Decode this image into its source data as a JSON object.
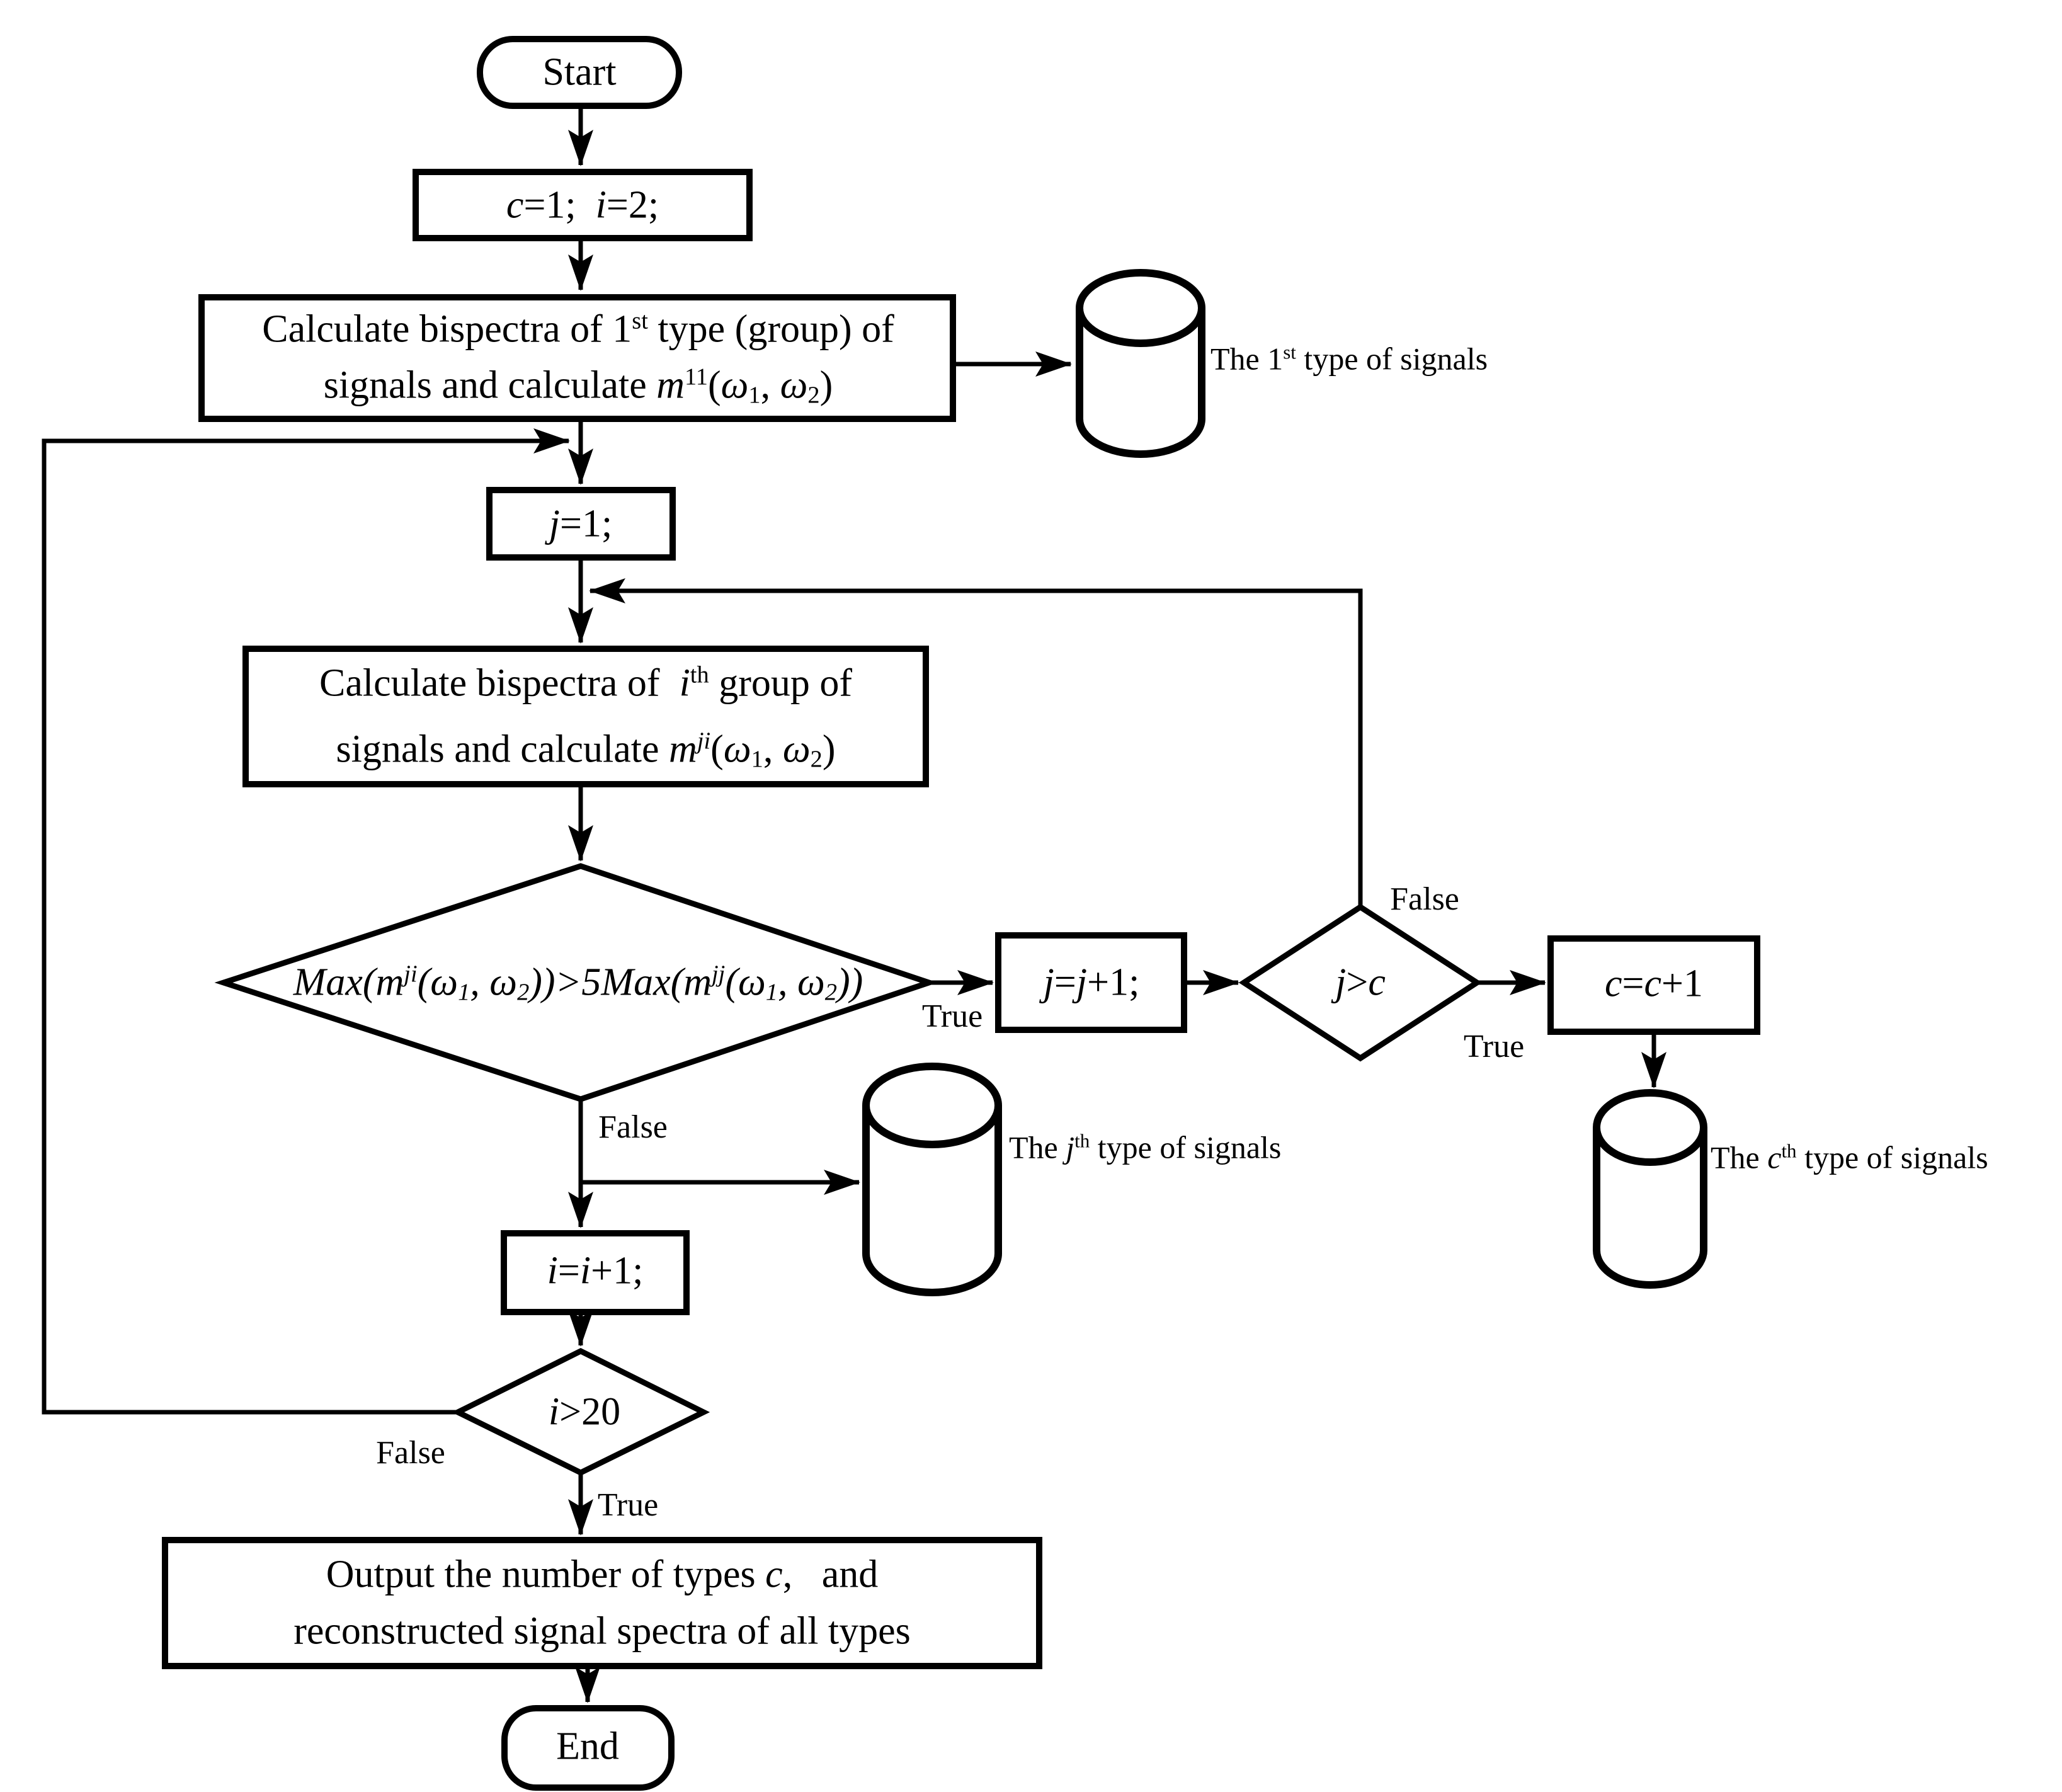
{
  "colors": {
    "stroke": "#000000",
    "background": "#ffffff"
  },
  "nodes": {
    "start": {
      "label": "Start"
    },
    "init": {
      "rich": [
        {
          "t": "c",
          "s": "i"
        },
        {
          "t": "=1;  "
        },
        {
          "t": "i",
          "s": "i"
        },
        {
          "t": "=2;"
        }
      ]
    },
    "calc_first": {
      "line1": [
        {
          "t": "Calculate bispectra of 1"
        },
        {
          "t": "st",
          "s": "sup"
        },
        {
          "t": " type (group) of"
        }
      ],
      "line2": [
        {
          "t": "signals and calculate "
        },
        {
          "t": "m",
          "s": "i"
        },
        {
          "t": "11",
          "s": "sup"
        },
        {
          "t": "("
        },
        {
          "t": "ω",
          "s": "i"
        },
        {
          "t": "1",
          "s": "sub"
        },
        {
          "t": ", "
        },
        {
          "t": "ω",
          "s": "i"
        },
        {
          "t": "2",
          "s": "sub"
        },
        {
          "t": ")"
        }
      ]
    },
    "db_first": {
      "rich": [
        {
          "t": "The 1"
        },
        {
          "t": "st",
          "s": "sup"
        },
        {
          "t": " type of signals"
        }
      ]
    },
    "set_j": {
      "rich": [
        {
          "t": "j",
          "s": "i"
        },
        {
          "t": "=1;"
        }
      ]
    },
    "calc_ith": {
      "line1": [
        {
          "t": "Calculate bispectra of  "
        },
        {
          "t": "i",
          "s": "i"
        },
        {
          "t": "th",
          "s": "sup"
        },
        {
          "t": " group of"
        }
      ],
      "line2": [
        {
          "t": "signals and calculate "
        },
        {
          "t": "m",
          "s": "i"
        },
        {
          "t": "ji",
          "s": "i sup"
        },
        {
          "t": "("
        },
        {
          "t": "ω",
          "s": "i"
        },
        {
          "t": "1",
          "s": "sub"
        },
        {
          "t": ", "
        },
        {
          "t": "ω",
          "s": "i"
        },
        {
          "t": "2",
          "s": "sub"
        },
        {
          "t": ")"
        }
      ]
    },
    "decision_max": {
      "formula": [
        {
          "t": "Max(m"
        },
        {
          "t": "ji",
          "s": "sup"
        },
        {
          "t": "(ω"
        },
        {
          "t": "1",
          "s": "sub"
        },
        {
          "t": ", ω"
        },
        {
          "t": "2",
          "s": "sub"
        },
        {
          "t": "))>5Max(m"
        },
        {
          "t": "jj",
          "s": "sup"
        },
        {
          "t": "(ω"
        },
        {
          "t": "1",
          "s": "sub"
        },
        {
          "t": ", ω"
        },
        {
          "t": "2",
          "s": "sub"
        },
        {
          "t": "))"
        }
      ]
    },
    "inc_j": {
      "rich": [
        {
          "t": "j",
          "s": "i"
        },
        {
          "t": "="
        },
        {
          "t": "j",
          "s": "i"
        },
        {
          "t": "+1;"
        }
      ]
    },
    "decision_jc": {
      "rich": [
        {
          "t": "j",
          "s": "i"
        },
        {
          "t": ">"
        },
        {
          "t": "c",
          "s": "i"
        }
      ]
    },
    "inc_c": {
      "rich": [
        {
          "t": "c",
          "s": "i"
        },
        {
          "t": "="
        },
        {
          "t": "c",
          "s": "i"
        },
        {
          "t": "+1"
        }
      ]
    },
    "db_c": {
      "rich": [
        {
          "t": "The "
        },
        {
          "t": "c",
          "s": "i"
        },
        {
          "t": "th",
          "s": "sup"
        },
        {
          "t": " type of signals"
        }
      ]
    },
    "db_j": {
      "rich": [
        {
          "t": "The "
        },
        {
          "t": "j",
          "s": "i"
        },
        {
          "t": "th",
          "s": "sup"
        },
        {
          "t": " type of signals"
        }
      ]
    },
    "inc_i": {
      "rich": [
        {
          "t": "i",
          "s": "i"
        },
        {
          "t": "="
        },
        {
          "t": "i",
          "s": "i"
        },
        {
          "t": "+1;"
        }
      ]
    },
    "decision_i20": {
      "rich": [
        {
          "t": "i",
          "s": "i"
        },
        {
          "t": ">20"
        }
      ]
    },
    "output": {
      "line1": [
        {
          "t": "Output the number of types "
        },
        {
          "t": "c",
          "s": "i"
        },
        {
          "t": ",   and"
        }
      ],
      "line2": [
        {
          "t": "reconstructed signal spectra of all types"
        }
      ]
    },
    "end": {
      "label": "End"
    }
  },
  "edges": {
    "max_true": "True",
    "max_false": "False",
    "jc_false": "False",
    "jc_true": "True",
    "i20_false": "False",
    "i20_true": "True"
  }
}
